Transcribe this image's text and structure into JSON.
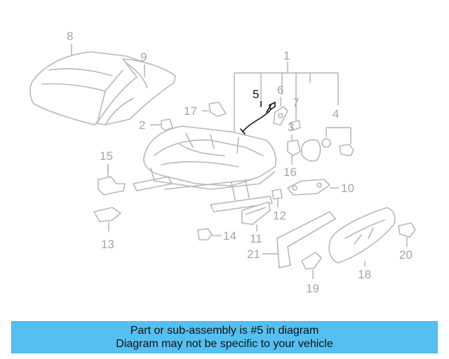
{
  "diagram": {
    "highlighted_part": "5",
    "labels": {
      "p1": "1",
      "p2": "2",
      "p3": "3",
      "p4": "4",
      "p5": "5",
      "p6": "6",
      "p7": "7",
      "p8": "8",
      "p9": "9",
      "p10": "10",
      "p11": "11",
      "p12": "12",
      "p13": "13",
      "p14": "14",
      "p15": "15",
      "p16": "16",
      "p17": "17",
      "p18": "18",
      "p19": "19",
      "p20": "20",
      "p21": "21"
    },
    "colors": {
      "part_line": "#b8b8b8",
      "label": "#a6a6a6",
      "highlight": "#111111"
    }
  },
  "banner": {
    "line1": "Part or sub-assembly is #5 in diagram",
    "line2": "Diagram may not be specific to your vehicle",
    "background": "#55bff2"
  }
}
